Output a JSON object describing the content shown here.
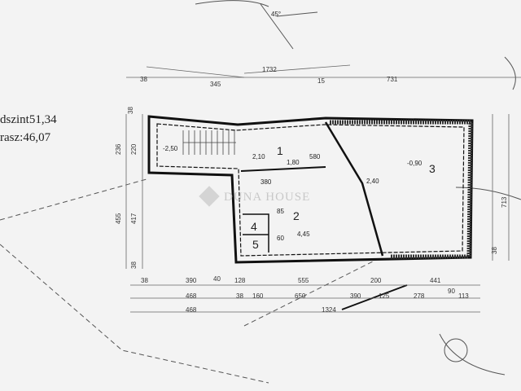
{
  "side_text": {
    "line1": "dszint51,34",
    "line2": "rasz:46,07"
  },
  "watermark": "DUNA HOUSE",
  "rooms": [
    "1",
    "2",
    "3",
    "4",
    "5"
  ],
  "levels": {
    "stair": "-2,50",
    "room3": "-0,90"
  },
  "dims_top": {
    "d38": "38",
    "d345": "345",
    "d1732": "1732",
    "d731": "731",
    "d15": "15"
  },
  "dims_left": {
    "d38a": "38",
    "d236": "236",
    "d220": "220",
    "d455": "455",
    "d417": "417",
    "d38b": "38"
  },
  "dims_right": {
    "d713": "713",
    "d38": "38"
  },
  "dims_bottom_row1": {
    "d38": "38",
    "d390": "390",
    "d40": "40",
    "d128": "128",
    "d555": "555",
    "d200": "200",
    "d441": "441"
  },
  "dims_bottom_row2": {
    "d468": "468",
    "d38": "38",
    "d160": "160",
    "d650": "650",
    "d390": "390",
    "d125": "125",
    "d278": "278",
    "d90": "90",
    "d113": "113"
  },
  "dims_bottom_row3": {
    "d468": "468",
    "d1324": "1324"
  },
  "interior": {
    "h180": "1,80",
    "h210": "2,10",
    "w380": "380",
    "w580": "580",
    "h240": "2,40",
    "w85": "85",
    "w60": "60",
    "h445": "4,45"
  },
  "angle": "45°"
}
